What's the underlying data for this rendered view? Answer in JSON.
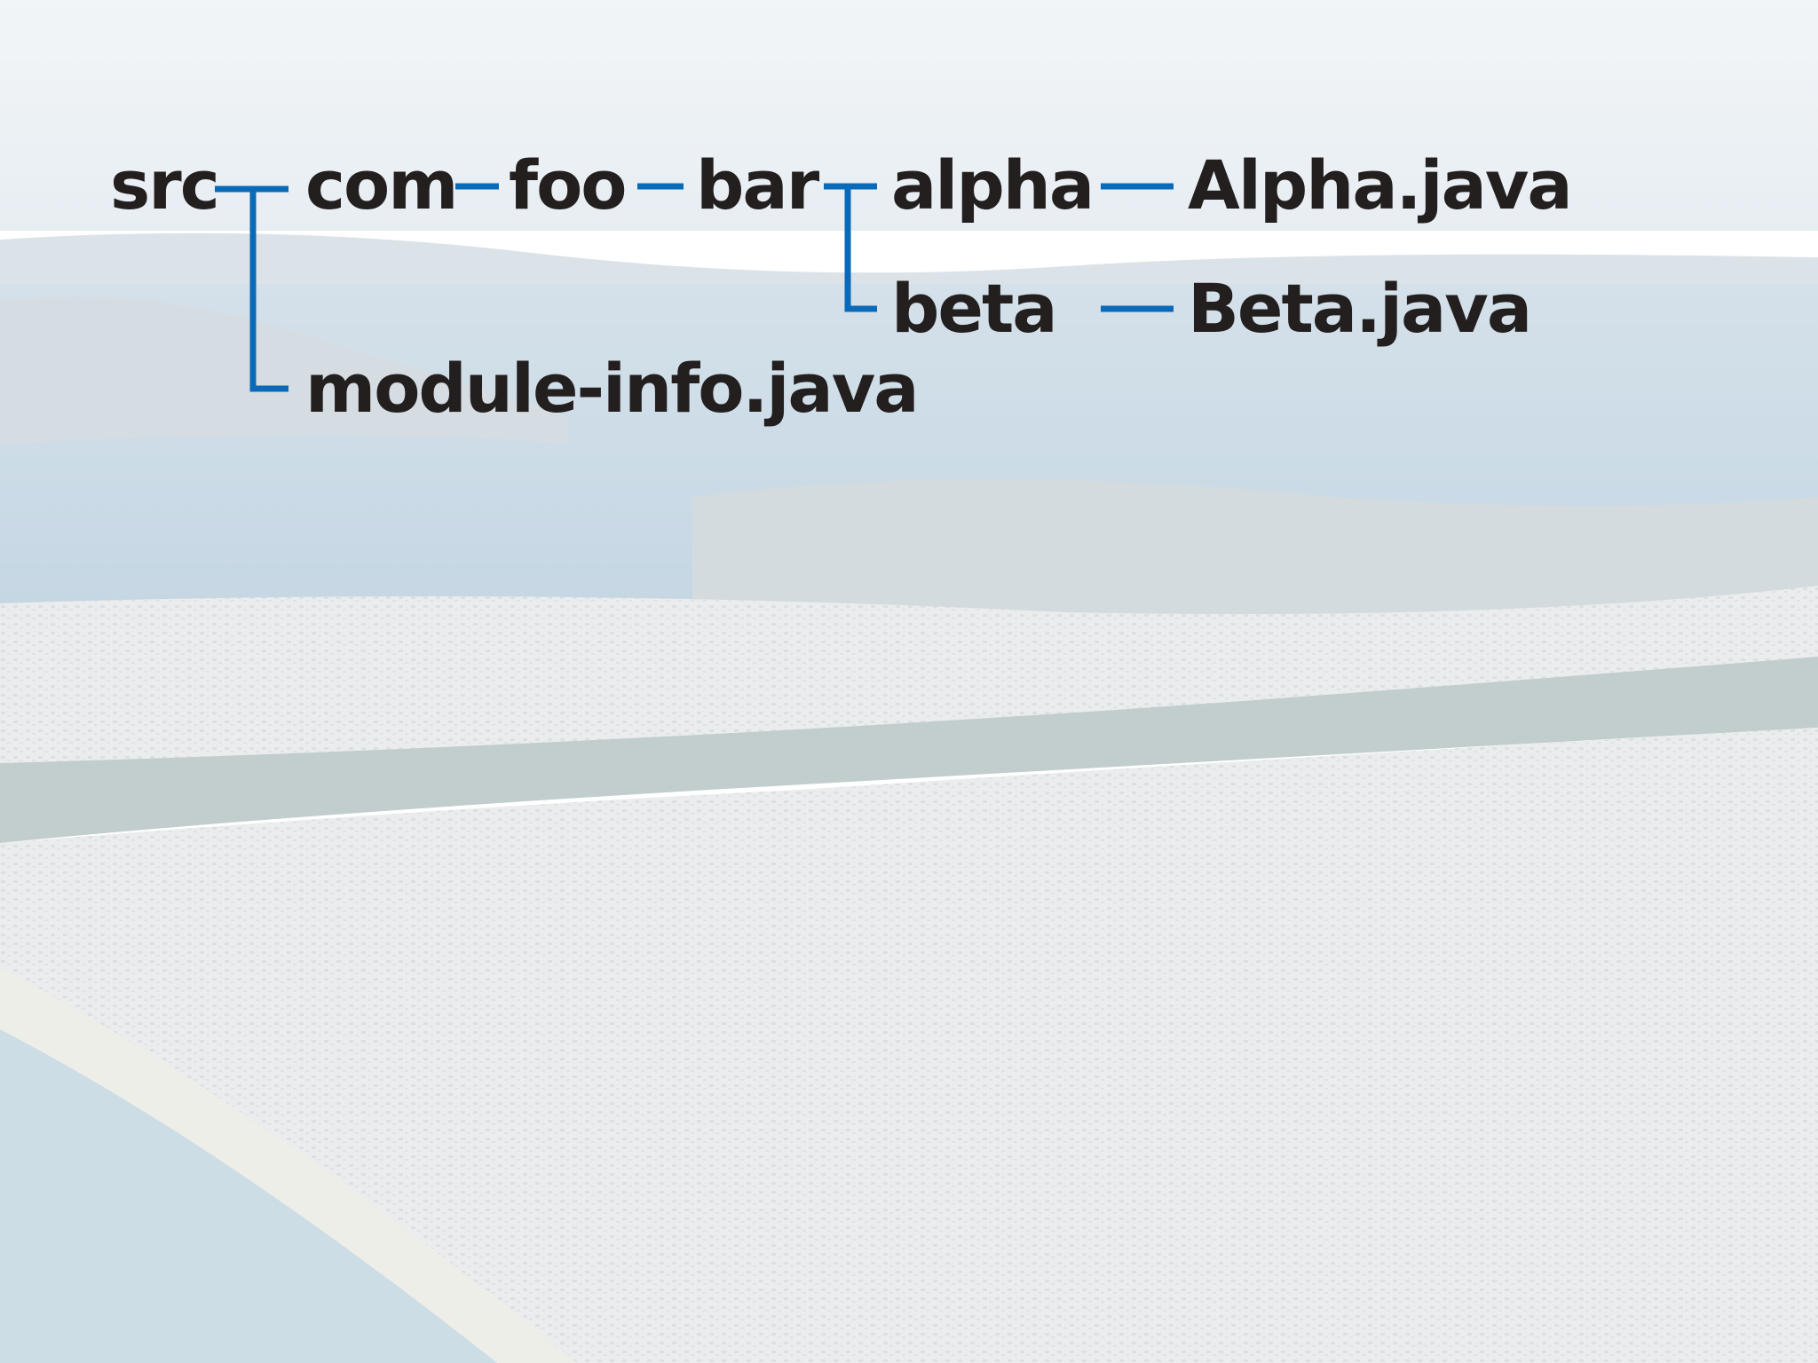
{
  "colors": {
    "connector": "#0a6ab8",
    "text": "#231f1f",
    "sky": "#e6ecf1",
    "water": "#b8cfdf",
    "city": "#e2e5e6",
    "park": "#9fb2b4"
  },
  "background": {
    "icon": "aerial-city-photo"
  },
  "tree": {
    "root": "src",
    "com": "com",
    "foo": "foo",
    "bar": "bar",
    "alpha": "alpha",
    "alpha_file": "Alpha.java",
    "beta": "beta",
    "beta_file": "Beta.java",
    "module_info": "module-info.java"
  }
}
